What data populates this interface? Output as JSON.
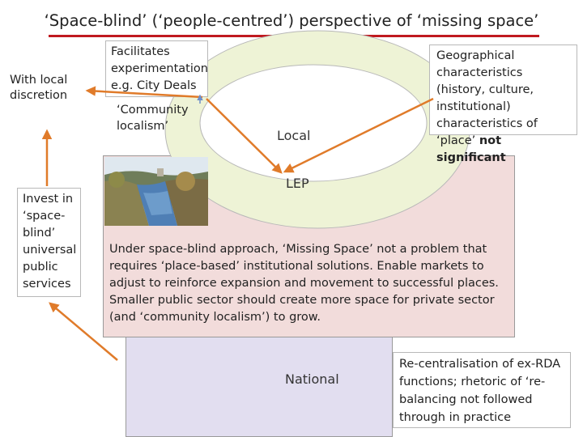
{
  "title": "‘Space-blind’ (‘people-centred’) perspective of ‘missing space’",
  "left_box_top": "With local discretion",
  "left_box_bottom": "Invest in ‘space-blind’ universal public services",
  "box_facilitates": "Facilitates experimentation e.g. City Deals",
  "box_community": "‘Community localism’",
  "label_local": "Local",
  "label_lep": "LEP",
  "label_national": "National",
  "right_box_geo_prefix": "Geographical characteristics (history, culture, institutional) characteristics of ‘place’",
  "right_box_geo_bold": "not significant",
  "main_text": "Under space-blind approach, ‘Missing Space’ not a problem that requires ‘place-based’ institutional solutions. Enable markets to adjust to reinforce expansion and movement to successful places. Smaller public sector should create more space for private sector (and ‘community localism’) to grow.",
  "right_box_bottom": "Re-centralisation of ex-RDA functions; rhetoric of ‘re-balancing not followed through in practice",
  "colors": {
    "title_underline": "#c0191f",
    "arrow": "#e07b2a",
    "pink": "#f2dcdb",
    "lavender": "#e2def0",
    "ellipse_outer": "#eef3d6",
    "ellipse_inner": "#ffffff"
  }
}
